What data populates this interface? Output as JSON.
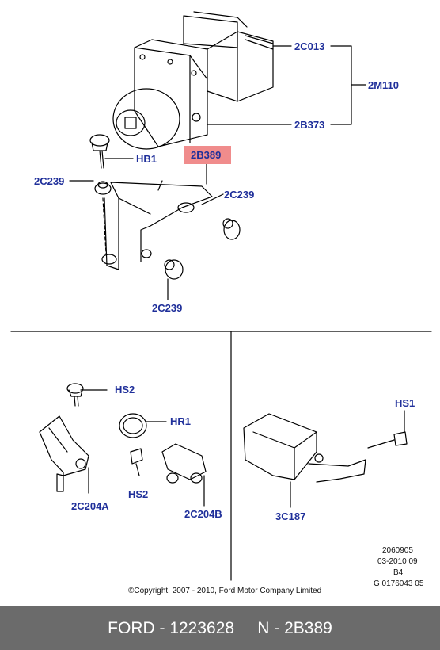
{
  "labels": {
    "c013": "2C013",
    "m110": "2M110",
    "b373": "2B373",
    "b389": "2B389",
    "hb1": "HB1",
    "c239_left": "2C239",
    "c239_right": "2C239",
    "c239_bottom": "2C239",
    "hs2_top": "HS2",
    "hr1": "HR1",
    "hs2_bottom": "HS2",
    "c204a": "2C204A",
    "c204b": "2C204B",
    "hs1": "HS1",
    "c187": "3C187"
  },
  "meta": {
    "line1": "2060905",
    "line2": "03-2010 09",
    "line3": "B4",
    "line4": "G 0176043 05",
    "copyright": "©Copyright, 2007 - 2010, Ford Motor Company Limited"
  },
  "footer": {
    "brand": "FORD",
    "part_number": "1223628",
    "n_code": "2B389"
  },
  "colors": {
    "label_blue": "#1f2f9a",
    "highlight": "#f08c8c",
    "footer_bg": "#6b6b6b"
  }
}
